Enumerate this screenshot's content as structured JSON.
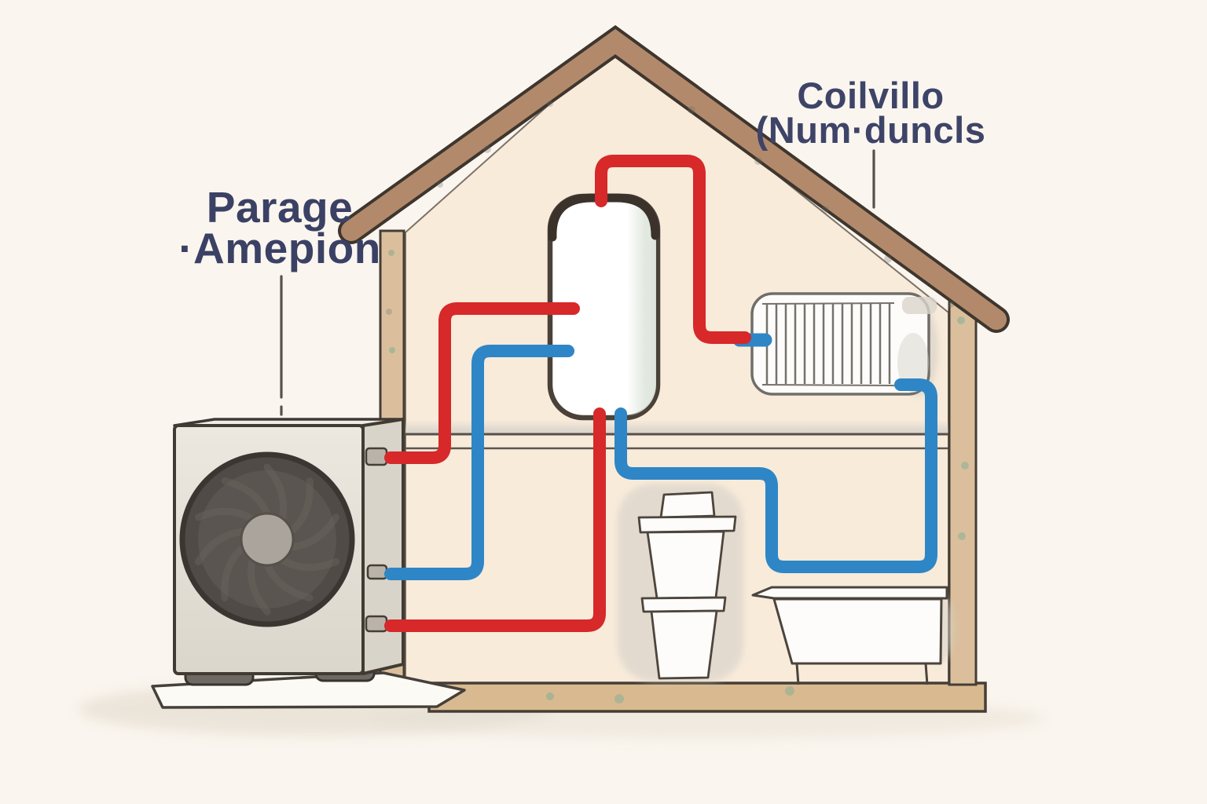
{
  "labels": {
    "outdoor_unit": {
      "line1": "Parage",
      "line2": "·Amepion"
    },
    "radiator": {
      "line1": "Coilvillo",
      "line2": "(Num·duncls"
    }
  },
  "components": [
    "heat-pump-outdoor-unit",
    "fan",
    "house",
    "roof",
    "wall-beams",
    "floor-divider",
    "hot-water-tank",
    "radiator",
    "pedestal-basin",
    "bathtub",
    "hot-water-pipes",
    "cold-water-pipes",
    "label-pointer-lines"
  ],
  "colors": {
    "background": "#faf5ee",
    "house_wall": "#f8ebda",
    "roof_beam": "#b28a6b",
    "wall_beam": "#dbbf9c",
    "ground_beam": "#d9ba90",
    "outline": "#453e36",
    "hot_pipe_red": "#d7282a",
    "cold_pipe_blue": "#2e86c6",
    "unit_body_gray": "#e7e2d9",
    "fan_dark_gray": "#57514c",
    "fan_hub_gray": "#aba49d",
    "label_text_navy": "#3b4164",
    "speckle_green": "#7fae96"
  }
}
